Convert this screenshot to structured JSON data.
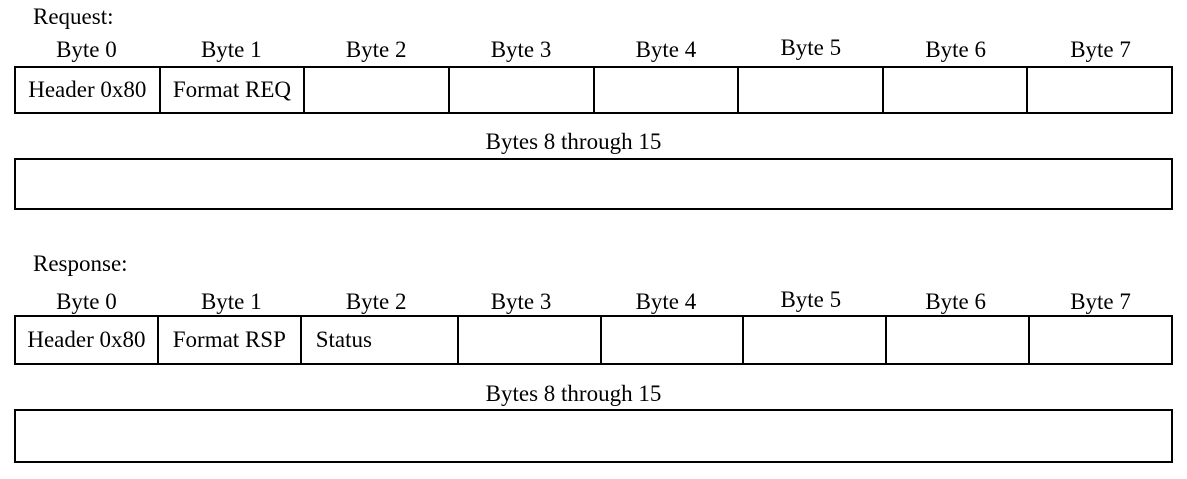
{
  "request": {
    "label": "Request:",
    "byte_headers": [
      "Byte 0",
      "Byte 1",
      "Byte 2",
      "Byte 3",
      "Byte 4",
      "Byte 5",
      "Byte 6",
      "Byte 7"
    ],
    "cells": [
      "Header 0x80",
      "Format REQ",
      "",
      "",
      "",
      "",
      "",
      ""
    ],
    "span_label": "Bytes 8 through 15"
  },
  "response": {
    "label": "Response:",
    "byte_headers": [
      "Byte 0",
      "Byte 1",
      "Byte 2",
      "Byte 3",
      "Byte 4",
      "Byte 5",
      "Byte 6",
      "Byte 7"
    ],
    "cells": [
      "Header 0x80",
      "Format RSP",
      "Status",
      "",
      "",
      "",
      "",
      ""
    ],
    "span_label": "Bytes 8 through 15"
  },
  "colors": {
    "background": "#ffffff",
    "text": "#000000",
    "border": "#000000"
  }
}
